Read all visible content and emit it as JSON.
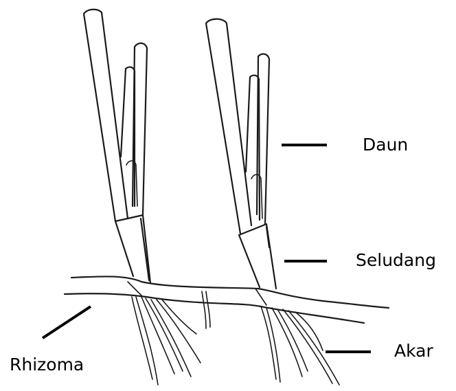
{
  "labels": {
    "daun": "Daun",
    "seludang": "Seludang",
    "akar": "Akar",
    "rhizoma": "Rhizoma"
  }
}
